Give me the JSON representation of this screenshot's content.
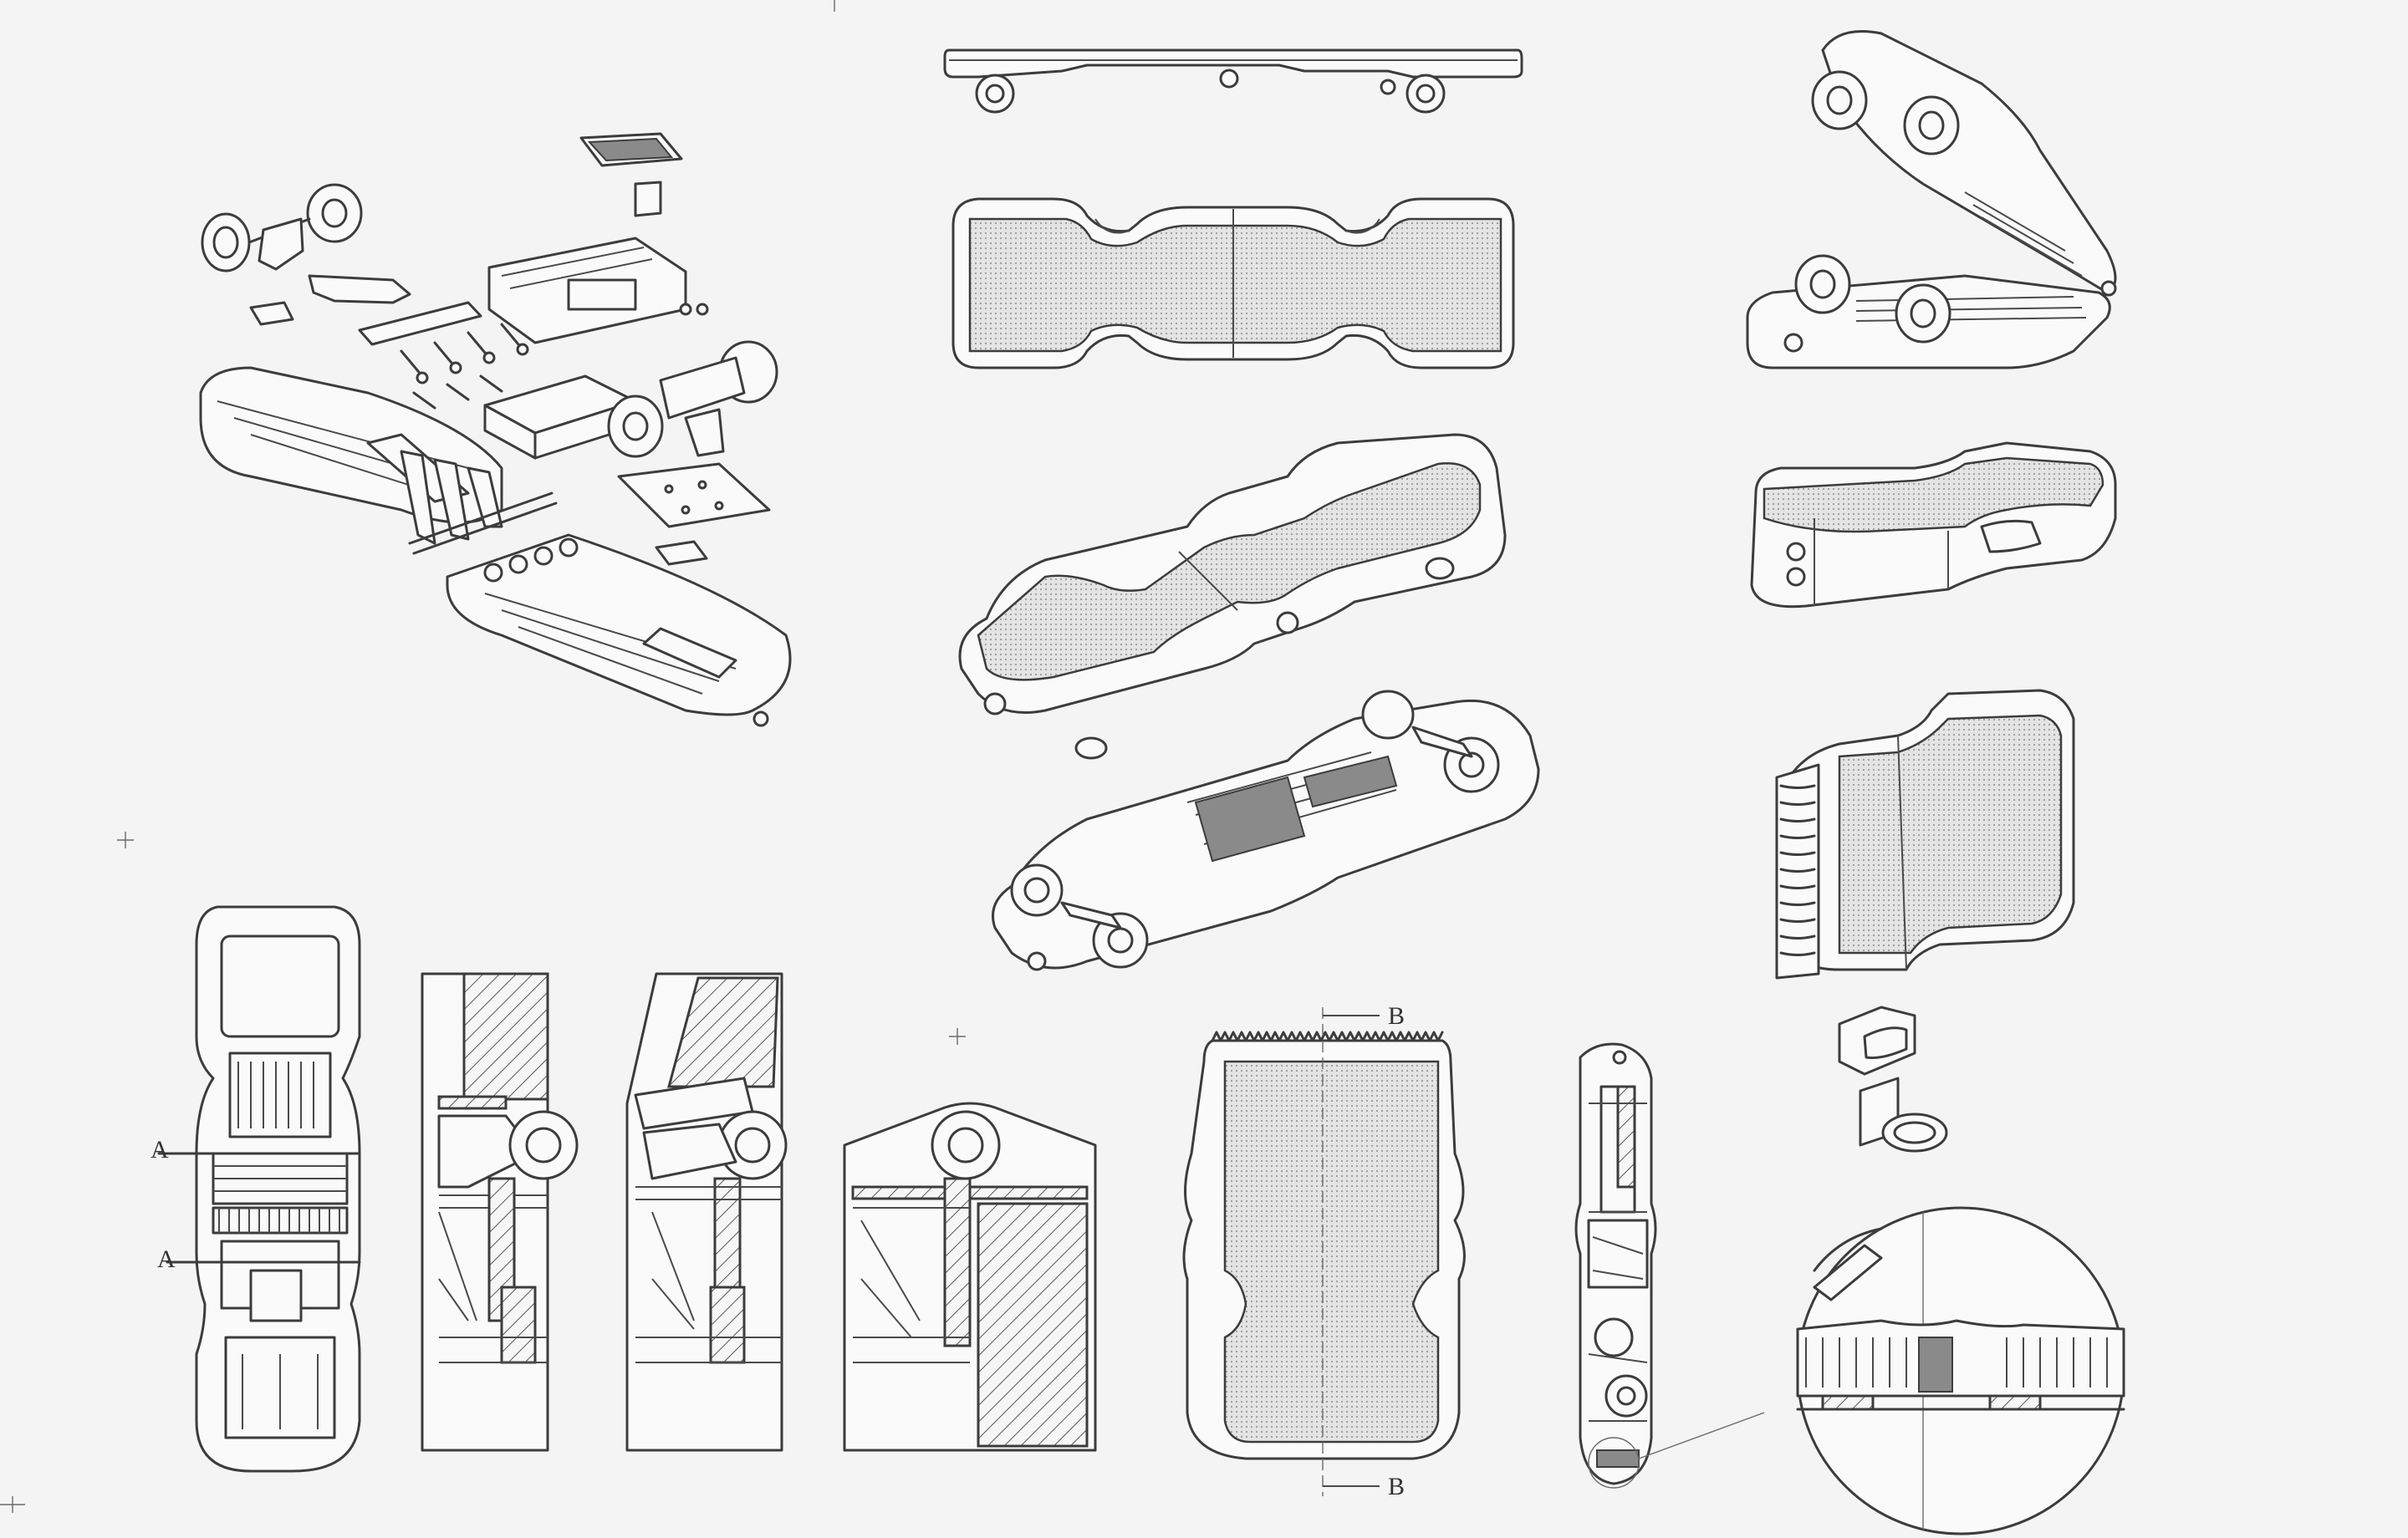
{
  "section_labels": {
    "a_top": "A",
    "a_bottom": "A",
    "b_top": "B",
    "b_bottom": "B"
  },
  "colors": {
    "paper": "#f4f4f4",
    "line": "#3c3c3c",
    "grip_fill": "#cfcfcf"
  }
}
